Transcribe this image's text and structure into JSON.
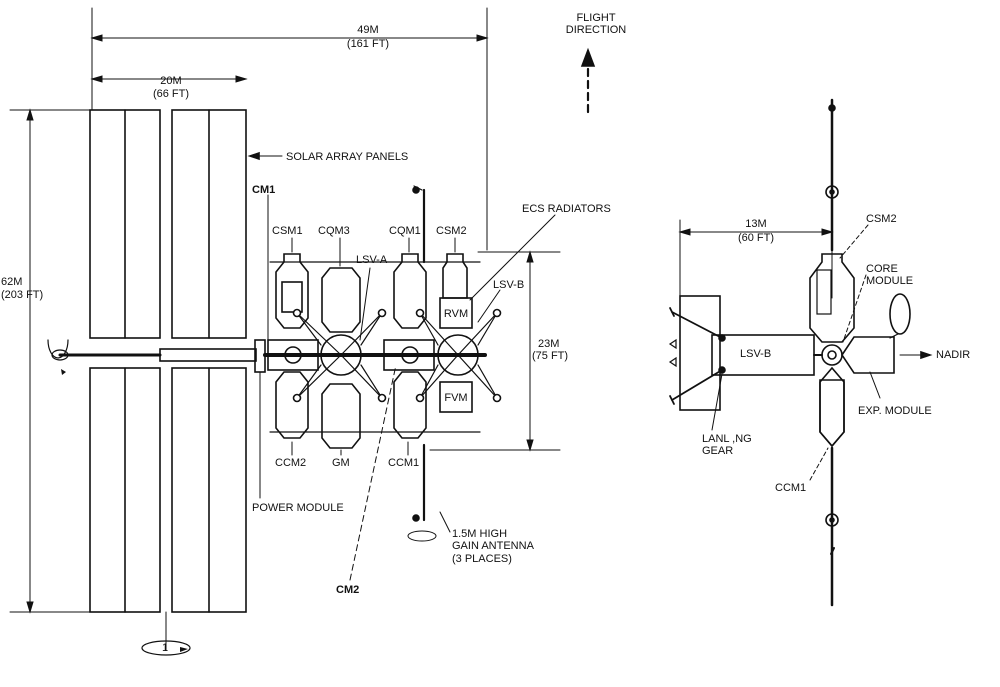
{
  "dims": {
    "overall_length": "49M",
    "overall_length_ft": "(161 FT)",
    "array_width": "20M",
    "array_width_ft": "(66 FT)",
    "span_height": "62M",
    "span_height_ft": "(203 FT)",
    "module_height": "23M",
    "module_height_ft": "(75 FT)",
    "side_width": "13M",
    "side_width_ft": "(60 FT)"
  },
  "flight_direction": {
    "line1": "FLIGHT",
    "line2": "DIRECTION"
  },
  "labels": {
    "solar_array_panels": "SOLAR ARRAY PANELS",
    "ecs_radiators": "ECS RADIATORS",
    "cm1": "CM1",
    "csm1": "CSM1",
    "com3": "CQM3",
    "lsv_a": "LSV-A",
    "com1": "CQM1",
    "csm2": "CSM2",
    "lsv_b_top": "LSV-B",
    "rvm": "RVM",
    "fvm": "FVM",
    "ccm2": "CCM2",
    "gm": "GM",
    "ccm1": "CCM1",
    "power_module": "POWER MODULE",
    "cm2": "CM2",
    "antenna_line1": "1.5M HIGH",
    "antenna_line2": "GAIN ANTENNA",
    "antenna_line3": "(3 PLACES)",
    "roll_mark": "1"
  },
  "side_view": {
    "csm2": "CSM2",
    "core_module_line1": "CORE",
    "core_module_line2": "MODULE",
    "lsv_b": "LSV-B",
    "nadir": "NADIR",
    "exp_module": "EXP. MODULE",
    "landing_gear_line1": "LANL ,NG",
    "landing_gear_line2": "GEAR",
    "ccm1": "CCM1"
  }
}
